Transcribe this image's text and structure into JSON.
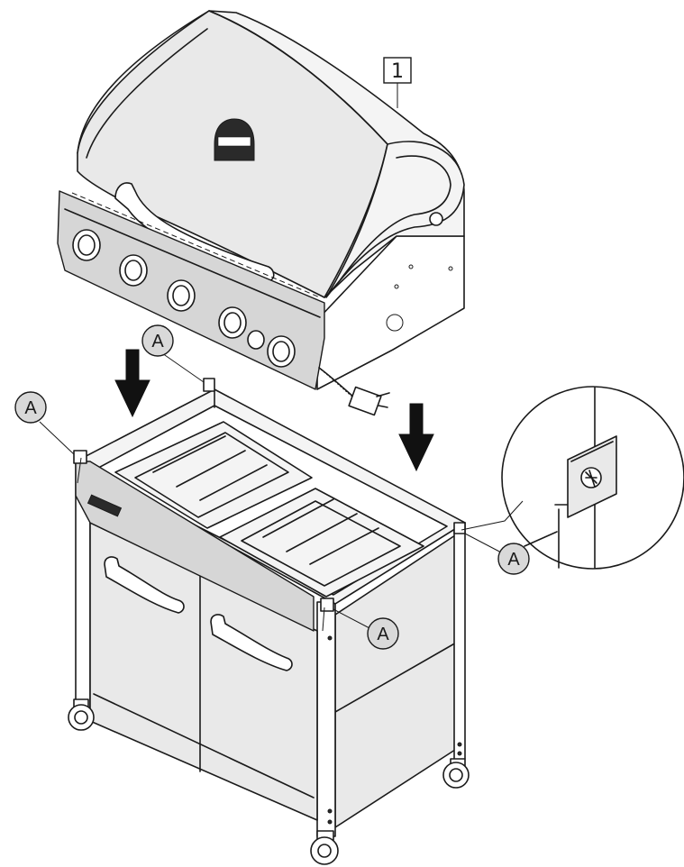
{
  "diagram": {
    "part_number_box": "1",
    "callouts": [
      "A",
      "A",
      "A",
      "A"
    ],
    "colors": {
      "line": "#1a1a1a",
      "panel_fill": "#e9e9e9",
      "callout_fill": "#d9d9d9",
      "arrow": "#111111"
    },
    "icons": [
      "down-arrow-icon",
      "down-arrow-icon",
      "magnifier-detail-circle"
    ]
  }
}
